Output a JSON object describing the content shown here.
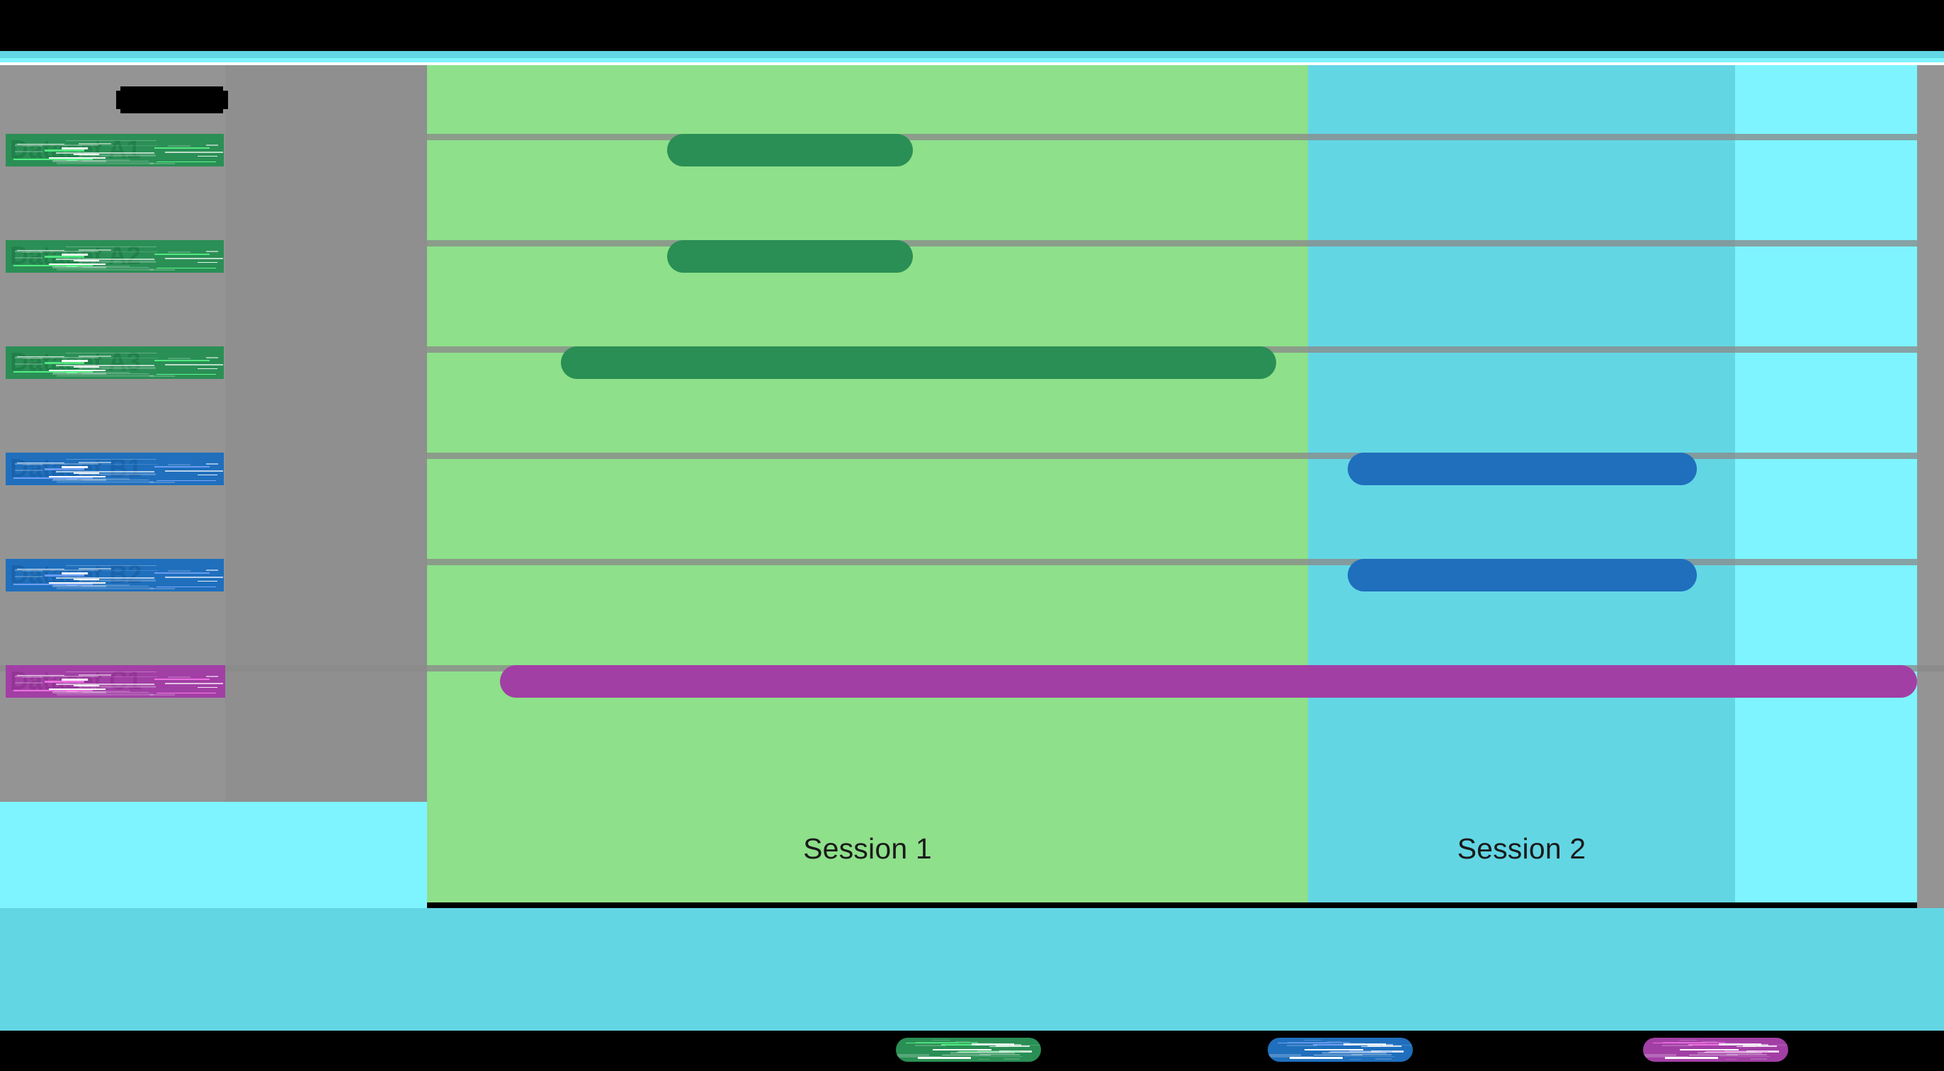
{
  "chart_data": {
    "type": "bar",
    "title": "",
    "subtitle": "",
    "xlabel": "",
    "ylabel": "",
    "orientation": "horizontal",
    "style": "gantt-timeline",
    "grid": true,
    "legend_position": "bottom",
    "xlim": [
      0,
      100
    ],
    "categories": [
      "Dataset A1",
      "Dataset A2",
      "Dataset A3",
      "Dataset B1",
      "Dataset B2",
      "Dataset C1"
    ],
    "series": [
      {
        "name": "Dataset A",
        "color": "#2a8f55",
        "bars": [
          {
            "category": "Dataset A1",
            "start": 16.1,
            "end": 32.6,
            "row": 0
          },
          {
            "category": "Dataset A2",
            "start": 16.1,
            "end": 32.6,
            "row": 1
          },
          {
            "category": "Dataset A3",
            "start": 9.0,
            "end": 57.0,
            "row": 2
          }
        ]
      },
      {
        "name": "Dataset B",
        "color": "#1f6fbd",
        "bars": [
          {
            "category": "Dataset B1",
            "start": 61.8,
            "end": 85.2,
            "row": 3
          },
          {
            "category": "Dataset B2",
            "start": 61.8,
            "end": 85.2,
            "row": 4
          }
        ]
      },
      {
        "name": "Dataset C",
        "color": "#a23fa5",
        "bars": [
          {
            "category": "Dataset C1",
            "start": 4.9,
            "end": 100.0,
            "row": 5
          }
        ]
      }
    ],
    "bands": [
      {
        "label": "Session 1",
        "start": 0.0,
        "end": 58.0,
        "color": "#8ee08a"
      },
      {
        "label": "Session 2",
        "start": 58.0,
        "end": 86.0,
        "color": "#63d6e4"
      },
      {
        "label": "",
        "start": 86.0,
        "end": 100.0,
        "color": "#7df4ff"
      }
    ]
  },
  "title": {
    "text": "",
    "redacted": true
  },
  "rows": [
    {
      "label": "Dataset A1",
      "series": "Dataset A",
      "color": "#2a8f55"
    },
    {
      "label": "Dataset A2",
      "series": "Dataset A",
      "color": "#2a8f55"
    },
    {
      "label": "Dataset A3",
      "series": "Dataset A",
      "color": "#2a8f55"
    },
    {
      "label": "Dataset B1",
      "series": "Dataset B",
      "color": "#1f6fbd"
    },
    {
      "label": "Dataset B2",
      "series": "Dataset B",
      "color": "#1f6fbd"
    },
    {
      "label": "Dataset C1",
      "series": "Dataset C",
      "color": "#a23fa5"
    }
  ],
  "bands": [
    {
      "label": "Session 1"
    },
    {
      "label": "Session 2"
    },
    {
      "label": ""
    }
  ],
  "legend": [
    {
      "label": "Dataset A",
      "color": "#2a8f55"
    },
    {
      "label": "Dataset B",
      "color": "#1f6fbd"
    },
    {
      "label": "Dataset C",
      "color": "#a23fa5"
    }
  ],
  "colors": {
    "band_session1": "#8ee08a",
    "band_session2": "#63d6e4",
    "band_tail": "#7df4ff",
    "panel_gray": "#949494",
    "gridline": "#8a8a8a",
    "series_a": "#2a8f55",
    "series_b": "#1f6fbd",
    "series_c": "#a23fa5",
    "background": "#000000"
  }
}
